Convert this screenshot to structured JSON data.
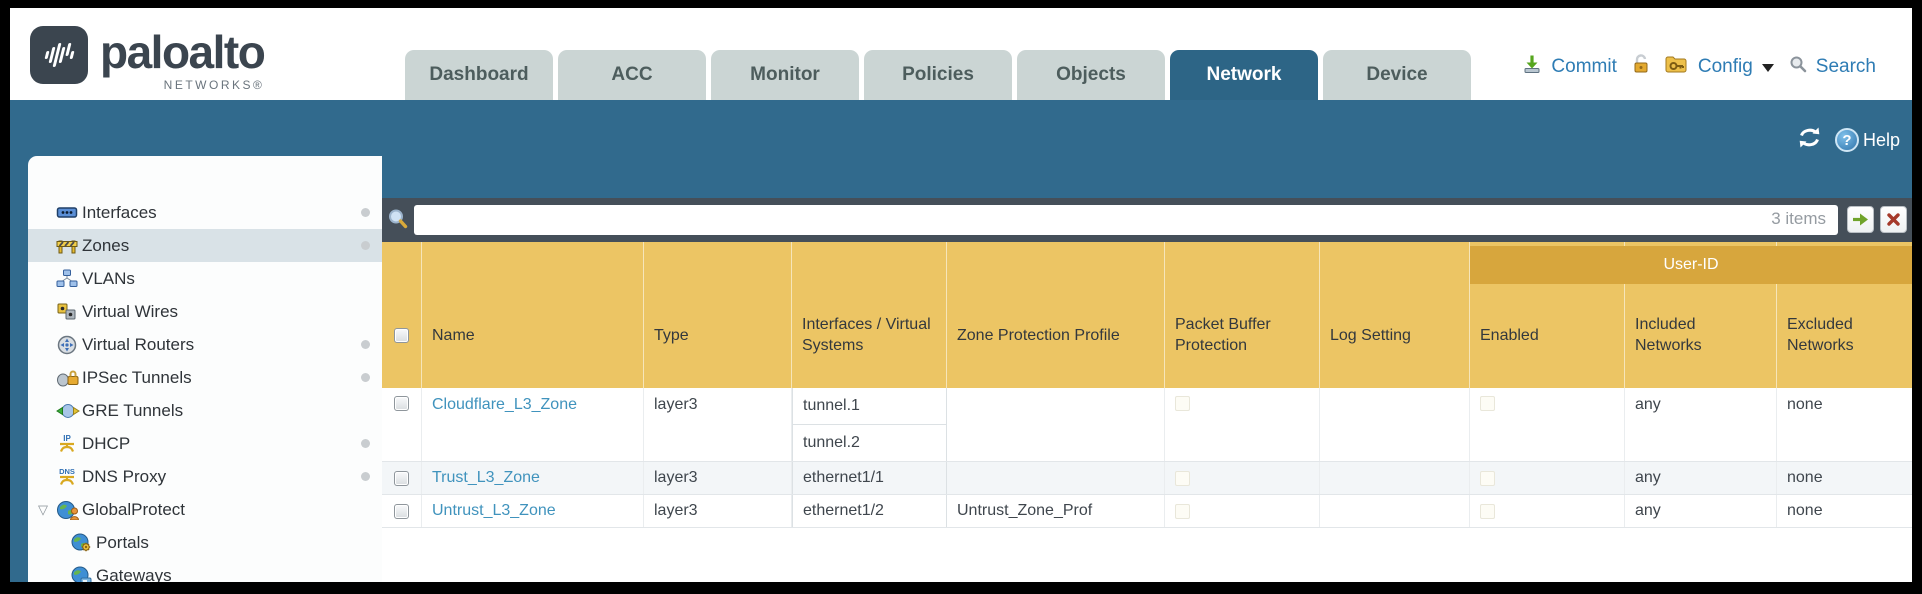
{
  "brand": {
    "name": "paloalto",
    "sub": "NETWORKS®"
  },
  "nav": {
    "tabs": [
      {
        "label": "Dashboard"
      },
      {
        "label": "ACC"
      },
      {
        "label": "Monitor"
      },
      {
        "label": "Policies"
      },
      {
        "label": "Objects"
      },
      {
        "label": "Network",
        "active": true
      },
      {
        "label": "Device"
      }
    ],
    "actions": {
      "commit": "Commit",
      "config": "Config",
      "search": "Search"
    }
  },
  "toolbar": {
    "help_label": "Help"
  },
  "sidebar": {
    "items": [
      {
        "label": "Interfaces",
        "icon": "interfaces-icon",
        "dot": true
      },
      {
        "label": "Zones",
        "icon": "zones-icon",
        "dot": true,
        "selected": true
      },
      {
        "label": "VLANs",
        "icon": "vlans-icon",
        "dot": false
      },
      {
        "label": "Virtual Wires",
        "icon": "virtual-wires-icon",
        "dot": false
      },
      {
        "label": "Virtual Routers",
        "icon": "virtual-routers-icon",
        "dot": true
      },
      {
        "label": "IPSec Tunnels",
        "icon": "ipsec-tunnels-icon",
        "dot": true
      },
      {
        "label": "GRE Tunnels",
        "icon": "gre-tunnels-icon",
        "dot": false
      },
      {
        "label": "DHCP",
        "icon": "dhcp-icon",
        "dot": true
      },
      {
        "label": "DNS Proxy",
        "icon": "dns-proxy-icon",
        "dot": true
      },
      {
        "label": "GlobalProtect",
        "icon": "globalprotect-icon",
        "dot": false,
        "expanded": true
      },
      {
        "label": "Portals",
        "icon": "portals-icon",
        "dot": false,
        "child": true
      },
      {
        "label": "Gateways",
        "icon": "gateways-icon",
        "dot": false,
        "child": true
      }
    ]
  },
  "filter": {
    "query": "",
    "count_label": "3 items"
  },
  "table": {
    "group_header": "User-ID",
    "columns": [
      "Name",
      "Type",
      "Interfaces / Virtual Systems",
      "Zone Protection Profile",
      "Packet Buffer Protection",
      "Log Setting",
      "Enabled",
      "Included Networks",
      "Excluded Networks"
    ],
    "rows": [
      {
        "name": "Cloudflare_L3_Zone",
        "type": "layer3",
        "interfaces": [
          "tunnel.1",
          "tunnel.2"
        ],
        "zone_protection_profile": "",
        "log_setting": "",
        "included_networks": "any",
        "excluded_networks": "none"
      },
      {
        "name": "Trust_L3_Zone",
        "type": "layer3",
        "interfaces": [
          "ethernet1/1"
        ],
        "zone_protection_profile": "",
        "log_setting": "",
        "included_networks": "any",
        "excluded_networks": "none"
      },
      {
        "name": "Untrust_L3_Zone",
        "type": "layer3",
        "interfaces": [
          "ethernet1/2"
        ],
        "zone_protection_profile": "Untrust_Zone_Prof",
        "log_setting": "",
        "included_networks": "any",
        "excluded_networks": "none"
      }
    ]
  },
  "colors": {
    "accent_teal": "#316a8d",
    "header_amber": "#ecc564",
    "group_amber": "#d7a63d",
    "link_blue": "#4093bd"
  }
}
